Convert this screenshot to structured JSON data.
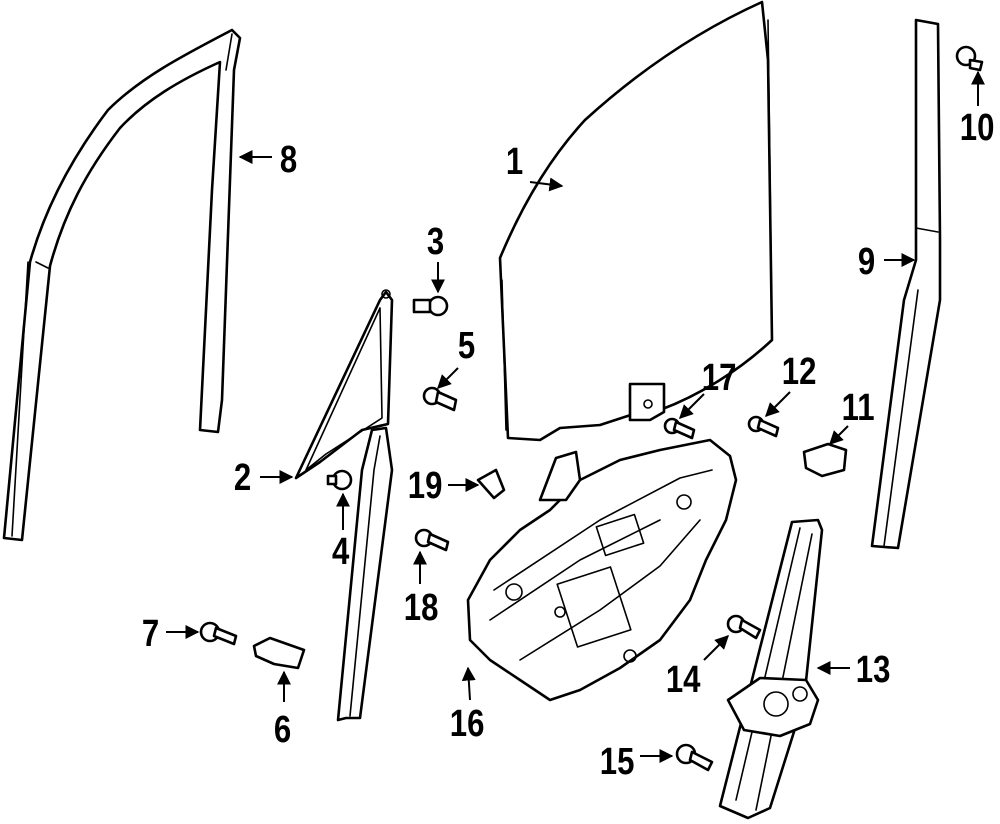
{
  "callouts": [
    {
      "id": "1",
      "label": "1"
    },
    {
      "id": "2",
      "label": "2"
    },
    {
      "id": "3",
      "label": "3"
    },
    {
      "id": "4",
      "label": "4"
    },
    {
      "id": "5",
      "label": "5"
    },
    {
      "id": "6",
      "label": "6"
    },
    {
      "id": "7",
      "label": "7"
    },
    {
      "id": "8",
      "label": "8"
    },
    {
      "id": "9",
      "label": "9"
    },
    {
      "id": "10",
      "label": "10"
    },
    {
      "id": "11",
      "label": "11"
    },
    {
      "id": "12",
      "label": "12"
    },
    {
      "id": "13",
      "label": "13"
    },
    {
      "id": "14",
      "label": "14"
    },
    {
      "id": "15",
      "label": "15"
    },
    {
      "id": "16",
      "label": "16"
    },
    {
      "id": "17",
      "label": "17"
    },
    {
      "id": "18",
      "label": "18"
    },
    {
      "id": "19",
      "label": "19"
    }
  ],
  "colors": {
    "line": "#000000",
    "background": "#ffffff"
  }
}
